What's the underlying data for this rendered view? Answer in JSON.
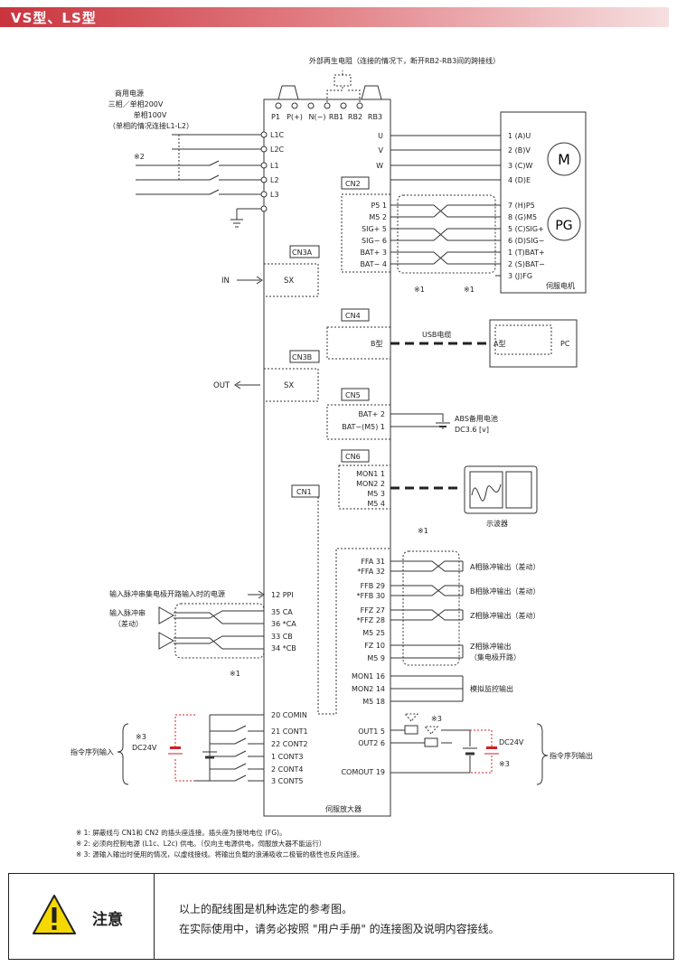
{
  "header": {
    "title": "VS型、LS型"
  },
  "diagram": {
    "regen_resistor_label": "外部再生电阻（连接的情况下，断开RB2-RB3间的跨接线）",
    "power_source": {
      "line1": "商用电源",
      "line2": "三相／单相200V",
      "line3": "单相100V",
      "line4": "（单相的情况连接L1-L2）",
      "note": "※2"
    },
    "top_terminals": [
      "P1",
      "P(+)",
      "N(−)",
      "RB1",
      "RB2",
      "RB3"
    ],
    "left_power_terminals": [
      "L1C",
      "L2C",
      "L1",
      "L2",
      "L3"
    ],
    "motor_terminals_left": [
      "U",
      "V",
      "W"
    ],
    "motor_pins": [
      "1 (A)U",
      "2 (B)V",
      "3 (C)W",
      "4 (D)E"
    ],
    "motor_label": "M",
    "cn2_label": "CN2",
    "cn2_left": [
      "P5  1",
      "M5  2",
      "SIG+  5",
      "SIG−  6",
      "BAT+  3",
      "BAT−  4"
    ],
    "pg_pins": [
      "7 (H)P5",
      "8 (G)M5",
      "5 (C)SIG+",
      "6 (D)SIG−",
      "1 (T)BAT+",
      "2 (S)BAT−",
      "3 (J)FG"
    ],
    "pg_label": "PG",
    "servo_motor_label": "伺服电机",
    "note1": "※1",
    "cn3a_label": "CN3A",
    "cn3b_label": "CN3B",
    "sx_label": "SX",
    "in_label": "IN",
    "out_label": "OUT",
    "cn4_label": "CN4",
    "b_type": "B型",
    "usb_cable": "USB电缆",
    "a_type": "A型",
    "pc_label": "PC",
    "cn5_label": "CN5",
    "cn5_pins": [
      "BAT+  2",
      "BAT−(M5)  1"
    ],
    "battery_label": "ABS备用电池",
    "battery_voltage": "DC3.6 [v]",
    "cn6_label": "CN6",
    "cn6_pins": [
      "MON1 1",
      "MON2 2",
      "M5 3",
      "M5 4"
    ],
    "oscilloscope_label": "示波器",
    "cn1_label": "CN1",
    "cn1_right_pins": [
      "FFA  31",
      "*FFA  32",
      "FFB  29",
      "*FFB  30",
      "FFZ  27",
      "*FFZ  28",
      "M5  25",
      "FZ  10",
      "M5  9",
      "MON1  16",
      "MON2  14",
      "M5  18",
      "OUT1  5",
      "OUT2  6",
      "COMOUT  19"
    ],
    "pulse_a_out": "A相脉冲输出（差动）",
    "pulse_b_out": "B相脉冲输出（差动）",
    "pulse_z_out": "Z相脉冲输出（差动）",
    "pulse_z_oc_line1": "Z相脉冲输出",
    "pulse_z_oc_line2": "（集电极开路）",
    "analog_monitor_out": "模拟监控输出",
    "cn1_left_pins": [
      "12  PPI",
      "35  CA",
      "36  *CA",
      "33  CB",
      "34  *CB",
      "20  COMIN",
      "21  CONT1",
      "22  CONT2",
      "1  CONT3",
      "2  CONT4",
      "3  CONT5"
    ],
    "ppi_label": "输入脉冲串集电极开路输入时的电源",
    "pulse_input_line1": "输入脉冲串",
    "pulse_input_line2": "（差动）",
    "dc24v": "DC24V",
    "note3": "※3",
    "cmd_input": "指令序列输入",
    "cmd_output": "指令序列输出",
    "amplifier_label": "伺服放大器"
  },
  "notes": [
    "※ 1:  屏蔽线与 CN1和 CN2 的插头座连接。插头座为接地电位 (FG)。",
    "※ 2:  必须向控制电源 (L1c、L2c) 供电。（仅向主电源供电，伺服放大器不能运行）",
    "※ 3:  源输入输出时使用的情况，以虚线接线。将输出负载的浪涌吸收二极管的极性也反向连接。"
  ],
  "caution": {
    "title": "注意",
    "line1": "以上的配线图是机种选定的参考图。",
    "line2": "在实际使用中，请务必按照 \"用户手册\" 的连接图及说明内容接线。"
  },
  "colors": {
    "header_red": "#c9343d",
    "warning_yellow": "#f5d800",
    "dc_red": "#d0202a"
  }
}
